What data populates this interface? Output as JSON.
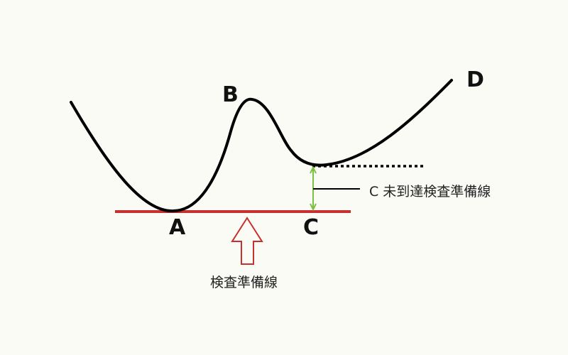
{
  "labels": {
    "a": "A",
    "b": "B",
    "c": "C",
    "d": "D"
  },
  "annotations": {
    "c_gap": "C 未到達検査準備線",
    "baseline": "検査準備線"
  },
  "colors": {
    "curve": "#000000",
    "baseline": "#c8302f",
    "arrow_outline": "#c8302f",
    "gap_arrow": "#7ac143",
    "background": "#fbfbf6"
  }
}
